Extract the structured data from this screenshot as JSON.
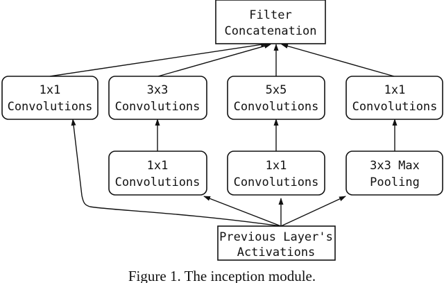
{
  "nodes": {
    "filter_concat": [
      "Filter",
      "Concatenation"
    ],
    "conv1x1_a": [
      "1x1",
      "Convolutions"
    ],
    "conv3x3": [
      "3x3",
      "Convolutions"
    ],
    "conv5x5": [
      "5x5",
      "Convolutions"
    ],
    "conv1x1_d": [
      "1x1",
      "Convolutions"
    ],
    "reduce1x1_b": [
      "1x1",
      "Convolutions"
    ],
    "reduce1x1_c": [
      "1x1",
      "Convolutions"
    ],
    "maxpool": [
      "3x3 Max",
      "Pooling"
    ],
    "prev_layer": [
      "Previous Layer's",
      "Activations"
    ]
  },
  "caption": "Figure 1. The inception module.",
  "colors": {
    "stroke": "#111111",
    "background": "#ffffff"
  }
}
